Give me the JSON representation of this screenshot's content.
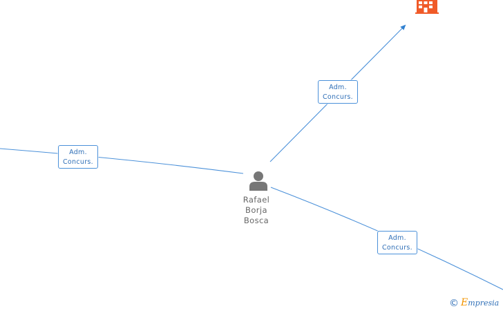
{
  "colors": {
    "edge": "#4a90d9",
    "label_text": "#2f6fb7",
    "person_icon": "#777777",
    "company_icon": "#f05a28",
    "brand_accent": "#f29400"
  },
  "person": {
    "icon": "person-icon",
    "name_lines": [
      "Rafael",
      "Borja",
      "Bosca"
    ]
  },
  "company": {
    "icon": "building-icon"
  },
  "edges": [
    {
      "label_line1": "Adm.",
      "label_line2": "Concurs."
    },
    {
      "label_line1": "Adm.",
      "label_line2": "Concurs."
    },
    {
      "label_line1": "Adm.",
      "label_line2": "Concurs."
    }
  ],
  "footer": {
    "copyright_symbol": "©",
    "brand_initial": "E",
    "brand_rest": "mpresia"
  }
}
